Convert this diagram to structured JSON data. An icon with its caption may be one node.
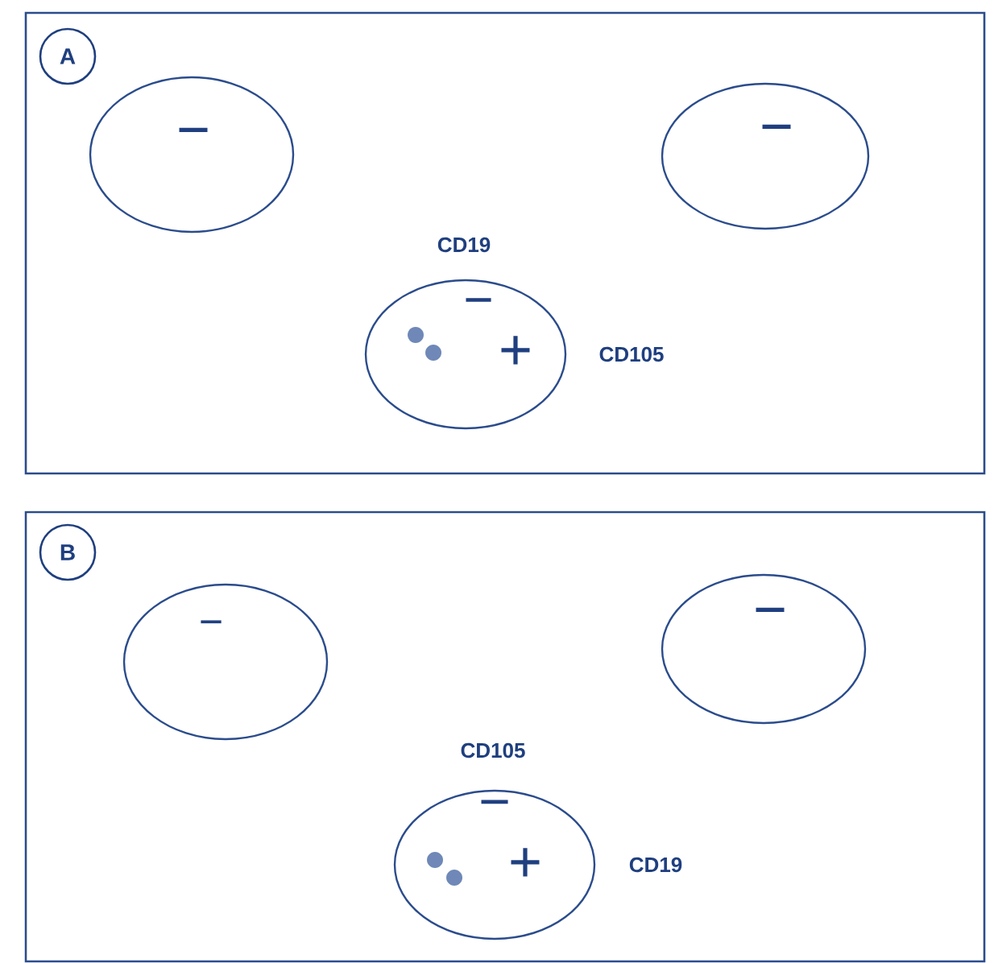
{
  "diagram": {
    "nodes": [
      {
        "text": [],
        "shape": "box"
      },
      {
        "text": [
          "A"
        ],
        "in": 0
      },
      {
        "text": [
          "−"
        ],
        "in": 0
      },
      {
        "text": [
          "−"
        ],
        "in": 0
      },
      {
        "text": [
          "−",
          "+"
        ],
        "beside": [
          "CD19",
          "CD105"
        ],
        "in": 0
      },
      {
        "text": [],
        "shape": "box"
      },
      {
        "text": [
          "B"
        ],
        "in": 5
      },
      {
        "text": [
          "−"
        ],
        "in": 5
      },
      {
        "text": [
          "−"
        ],
        "in": 5
      },
      {
        "text": [
          "−",
          "+"
        ],
        "beside": [
          "CD105",
          "CD19"
        ],
        "in": 5
      }
    ]
  }
}
